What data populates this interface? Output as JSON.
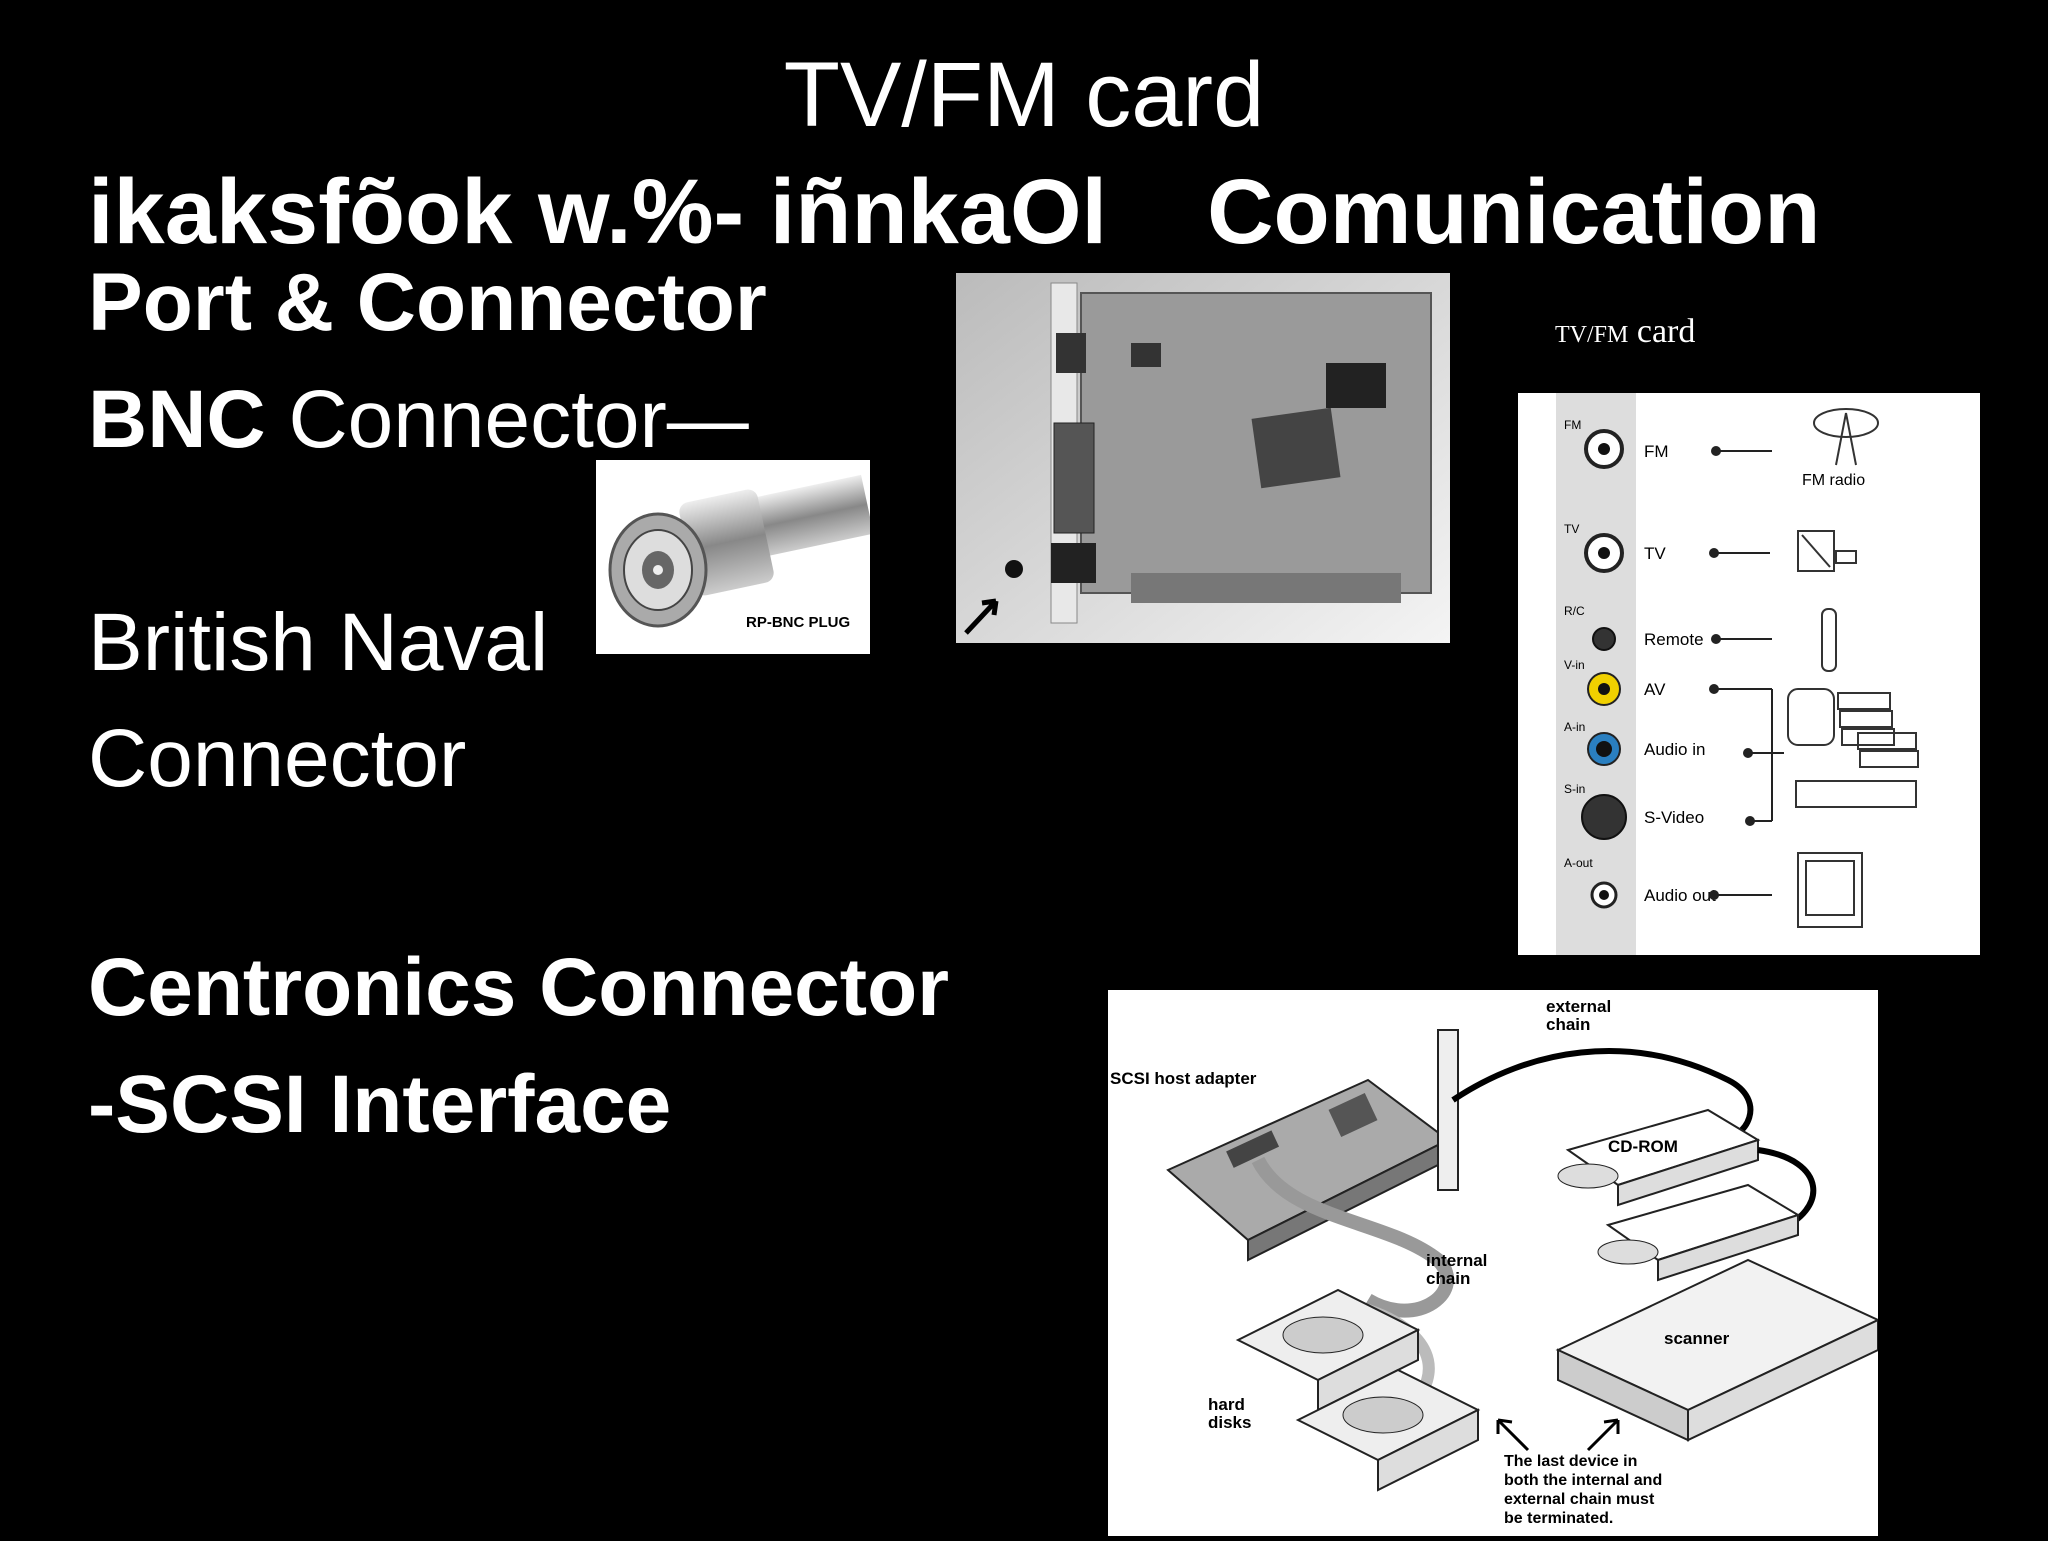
{
  "slide": {
    "title": "TV/FM card",
    "subtitle_left": "ikaksfõok w.%- iñnkaOl",
    "subtitle_right": "Comunication",
    "line_port": "Port & Connector",
    "bnc_bold": "BNC",
    "bnc_rest": " Connector—",
    "british_1": "British Naval",
    "british_2": "Connector",
    "centronics": "Centronics Connector",
    "scsi": "-SCSI  Interface"
  },
  "images": {
    "bnc_plug_label": "RP-BNC PLUG",
    "tvfm_caption_1": "TV/FM",
    "tvfm_caption_2": "card",
    "tvfm_diagram": {
      "ports": [
        "FM",
        "TV",
        "R/C",
        "V-in",
        "A-in",
        "S-in",
        "A-out"
      ],
      "labels": [
        "FM",
        "TV",
        "Remote",
        "AV",
        "Audio in",
        "S-Video",
        "Audio out"
      ],
      "fm_radio": "FM radio"
    },
    "scsi_diagram": {
      "external_chain_1": "external",
      "external_chain_2": "chain",
      "host_adapter": "SCSI host adapter",
      "cdrom": "CD-ROM",
      "internal_chain_1": "internal",
      "internal_chain_2": "chain",
      "scanner": "scanner",
      "hard_1": "hard",
      "hard_2": "disks",
      "note_1": "The last device in",
      "note_2": "both the internal and",
      "note_3": "external chain must",
      "note_4": "be terminated."
    }
  },
  "colors": {
    "background": "#000000",
    "text": "#ffffff",
    "av_yellow": "#f0d000",
    "audio_blue": "#2a7fc0"
  }
}
